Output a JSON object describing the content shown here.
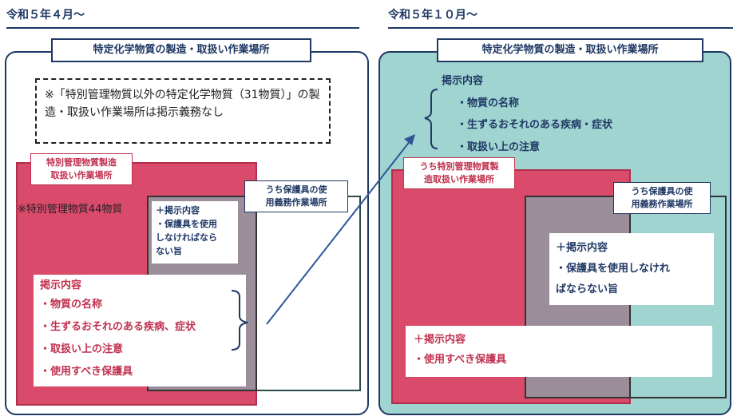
{
  "left": {
    "header": "令和５年４月～",
    "title": "特定化学物質の製造・取扱い作業場所",
    "note": "※「特別管理物質以外の特定化学物質（31物質）」の製造・取扱い作業場所は掲示義務なし",
    "special_label_1": "特別管理物質製造",
    "special_label_2": "取扱い作業場所",
    "special_count": "※特別管理物質44物質",
    "ppe_label_1": "うち保護具の使",
    "ppe_label_2": "用義務作業場所",
    "ppe_content_1": "＋掲示内容",
    "ppe_content_2": "・保護具を使用",
    "ppe_content_3": "しなければなら",
    "ppe_content_4": "ない旨",
    "content_title": "掲示内容",
    "content_items": [
      "・物質の名称",
      "・生ずるおそれのある疾病、症状",
      "・取扱い上の注意",
      "・使用すべき保護具"
    ]
  },
  "right": {
    "header": "令和５年１０月～",
    "title": "特定化学物質の製造・取扱い作業場所",
    "content_title": "掲示内容",
    "content_items": [
      "・物質の名称",
      "・生ずるおそれのある疾病・症状",
      "・取扱い上の注意"
    ],
    "special_label_1": "うち特別管理物質製",
    "special_label_2": "造取扱い作業場所",
    "ppe_label_1": "うち保護具の使",
    "ppe_label_2": "用義務作業場所",
    "ppe_content_1": "＋掲示内容",
    "ppe_content_2": "・保護具を使用しなけれ",
    "ppe_content_3": "ばならない旨",
    "special_content_1": "＋掲示内容",
    "special_content_2": "・使用すべき保護具"
  }
}
